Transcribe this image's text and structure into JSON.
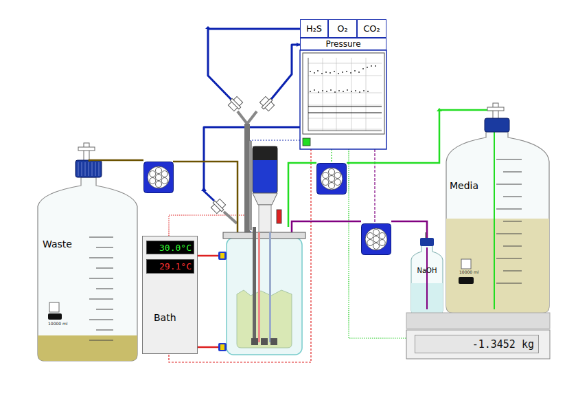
{
  "diagram": {
    "nodes": [
      {
        "text": [
          "H₂S"
        ]
      },
      {
        "text": [
          "O₂"
        ]
      },
      {
        "text": [
          "CO₂"
        ]
      },
      {
        "text": [
          "Pressure"
        ]
      },
      {
        "text": [
          "Waste"
        ]
      },
      {
        "text": [
          "Bath"
        ]
      },
      {
        "text": [
          "30.0°C"
        ],
        "in": 5
      },
      {
        "text": [
          "29.1°C"
        ],
        "in": 5
      },
      {
        "text": [
          "Media"
        ]
      },
      {
        "text": [
          "NaOH"
        ]
      },
      {
        "text": [
          "-1.3452 kg"
        ]
      }
    ],
    "labels": [
      "10000 ml",
      "10000 ml"
    ]
  }
}
